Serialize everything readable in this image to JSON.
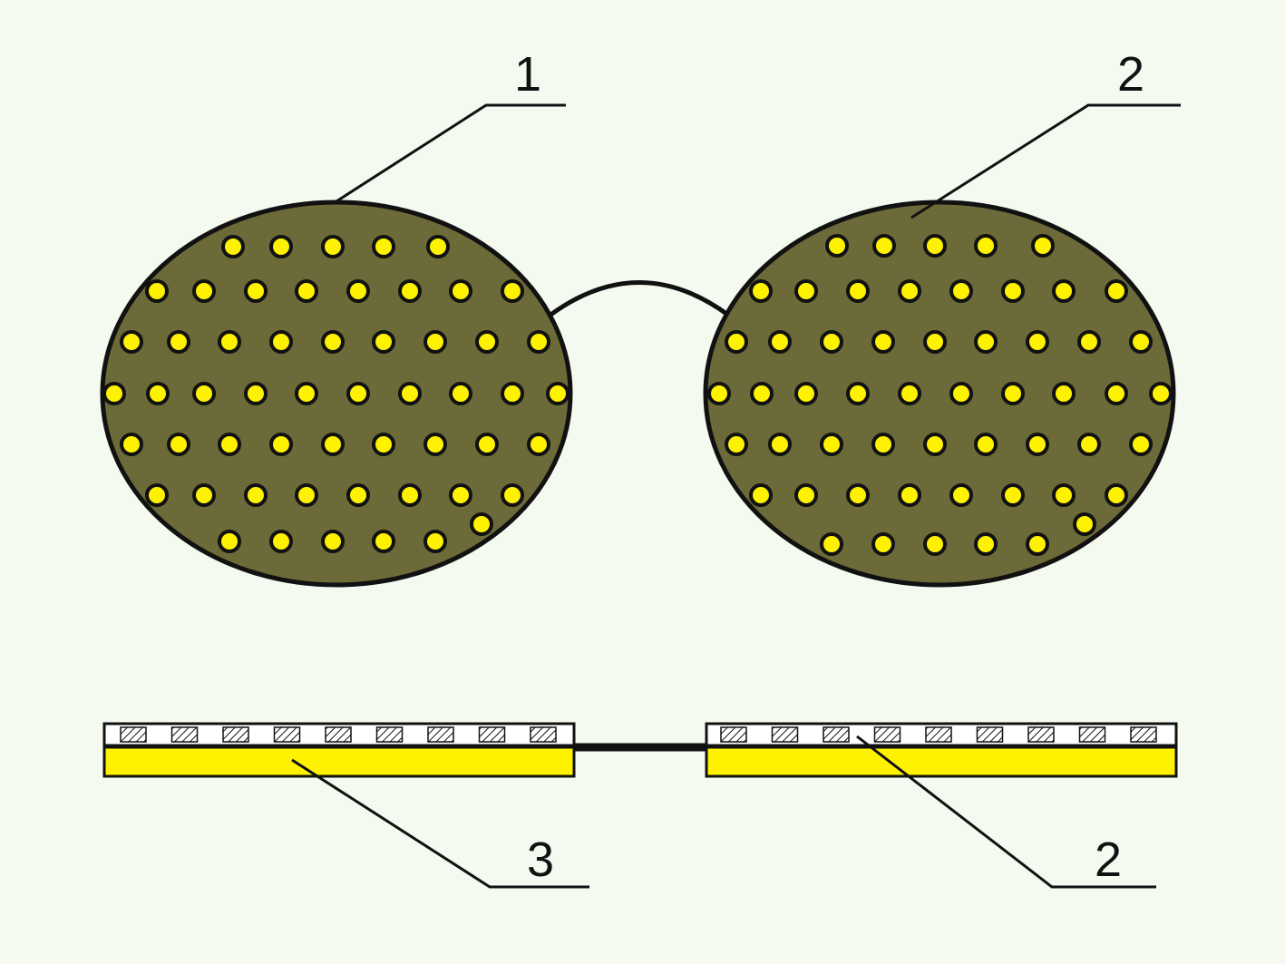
{
  "colors": {
    "background": "#f4faf0",
    "lens_fill": "#6b6a38",
    "outline": "#111111",
    "hole": "#fff200",
    "plate": "#fff200",
    "film": "#ffffff",
    "hatch": "#111111"
  },
  "callouts": {
    "top_left": "1",
    "top_right": "2",
    "bottom_left": "3",
    "bottom_right": "2"
  }
}
